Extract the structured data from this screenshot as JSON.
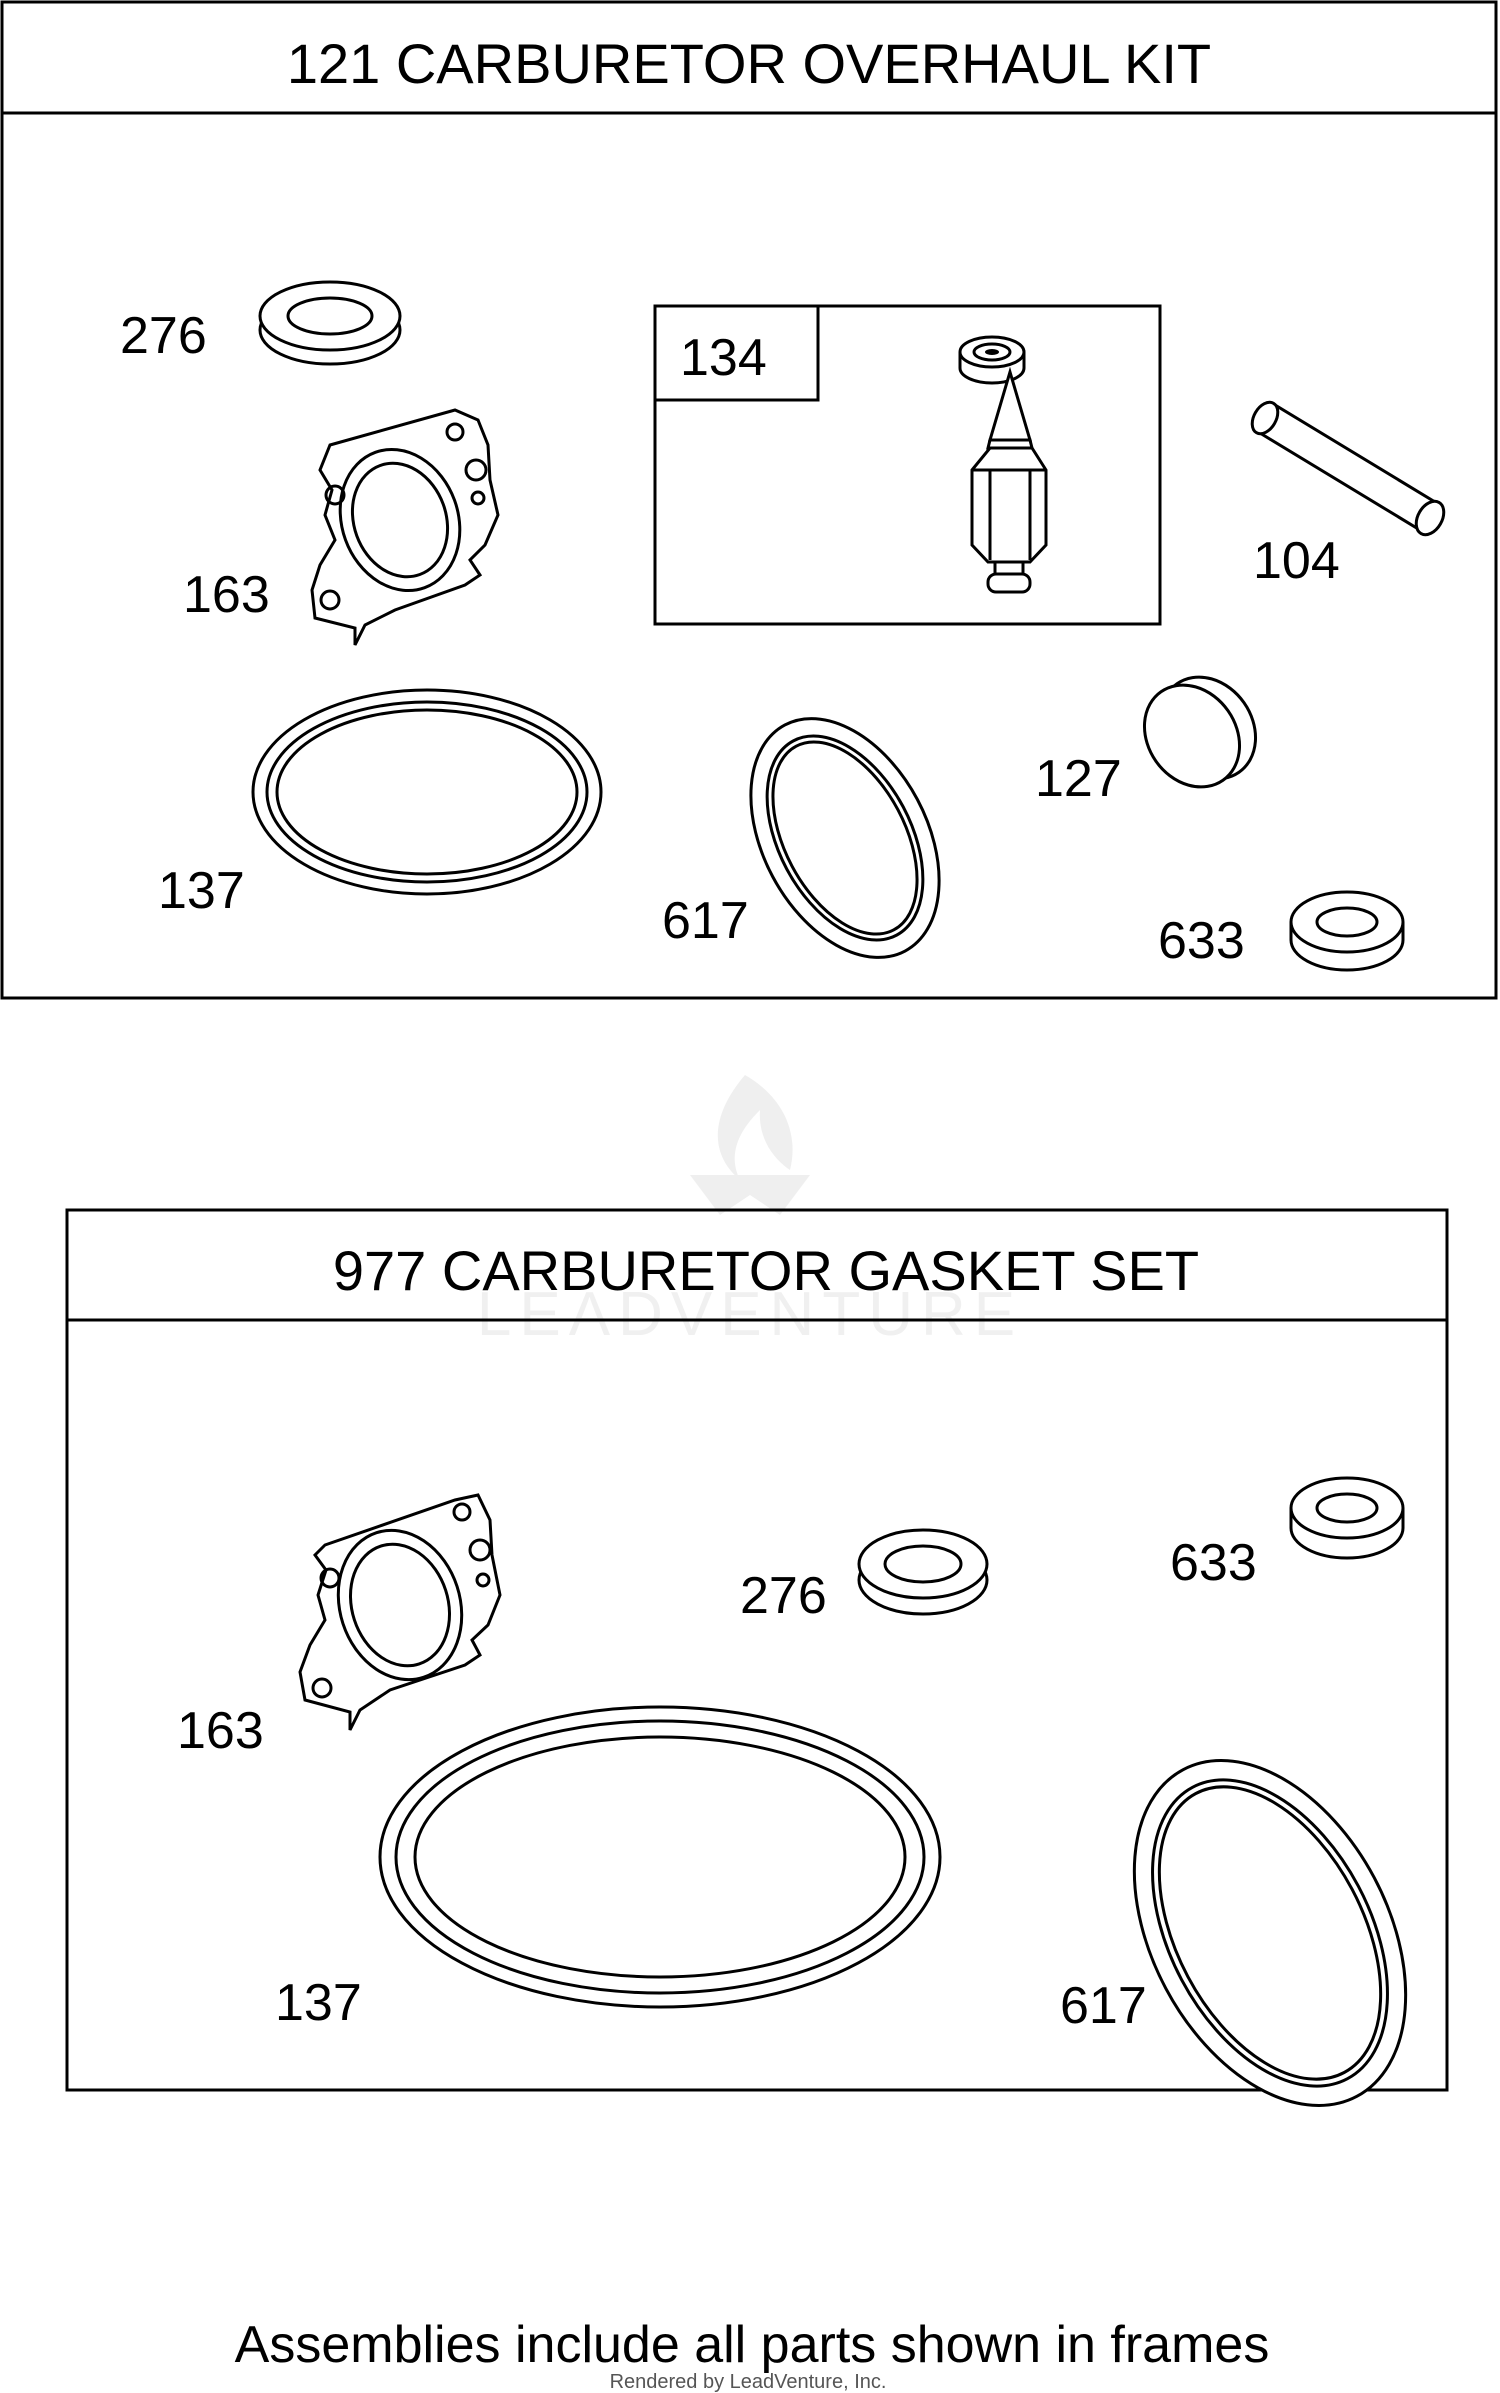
{
  "kit1": {
    "title": "121 CARBURETOR OVERHAUL KIT",
    "labels": {
      "p276": "276",
      "p163": "163",
      "p134": "134",
      "p104": "104",
      "p137": "137",
      "p617": "617",
      "p127": "127",
      "p633": "633"
    }
  },
  "kit2": {
    "title": "977 CARBURETOR GASKET SET",
    "labels": {
      "p163": "163",
      "p276": "276",
      "p633": "633",
      "p137": "137",
      "p617": "617"
    }
  },
  "watermark": {
    "text": "LEADVENTURE"
  },
  "footer": {
    "note": "Assemblies include all parts shown in frames",
    "credit": "Rendered by LeadVenture, Inc."
  }
}
